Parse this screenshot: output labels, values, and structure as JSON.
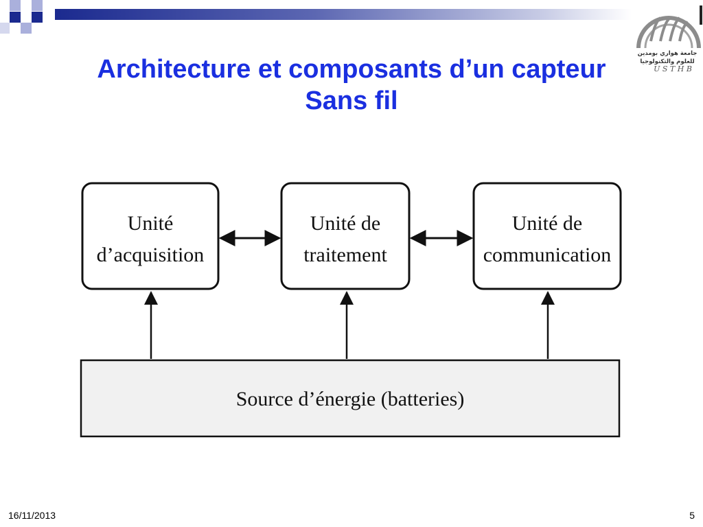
{
  "slide": {
    "title_line1": "Architecture et composants d’un capteur",
    "title_line2": "Sans fil",
    "date": "16/11/2013",
    "page_number": "5"
  },
  "logo": {
    "arabic_line1": "جامعة هواري بومدين",
    "arabic_line2": "للعلوم والتكنولوجيا",
    "latin": "U S T H B"
  },
  "diagram": {
    "units": [
      {
        "line1": "Unité",
        "line2": "d’acquisition"
      },
      {
        "line1": "Unité de",
        "line2": "traitement"
      },
      {
        "line1": "Unité de",
        "line2": "communication"
      }
    ],
    "power_source": "Source d’énergie (batteries)"
  },
  "colors": {
    "title": "#1a2fe0",
    "accent_dark": "#1b2a8f",
    "accent_light": "#8a93cc",
    "logo_gray": "#8c8c8c"
  }
}
